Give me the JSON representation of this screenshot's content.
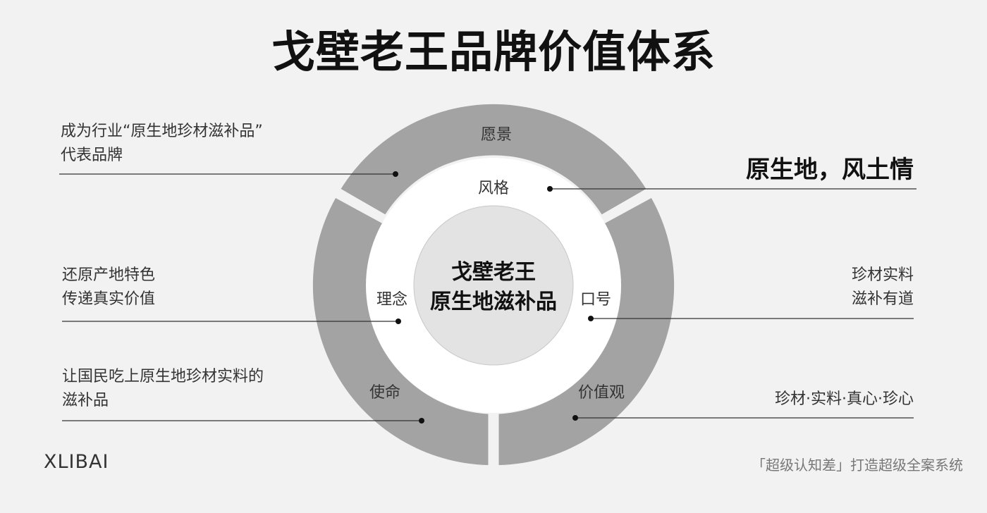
{
  "title": "戈壁老王品牌价值体系",
  "outer_ring": {
    "vision": "愿景",
    "mission": "使命",
    "values": "价值观"
  },
  "inner_ring": {
    "style": "风格",
    "concept": "理念",
    "slogan": "口号"
  },
  "center": {
    "line1": "戈壁老王",
    "line2": "原生地滋补品"
  },
  "annotations": {
    "vision": {
      "lines": [
        "成为行业“原生地珍材滋补品”",
        "代表品牌"
      ]
    },
    "style": {
      "text": "原生地，风土情"
    },
    "concept": {
      "lines": [
        "还原产地特色",
        "传递真实价值"
      ]
    },
    "slogan": {
      "lines": [
        "珍材实料",
        "滋补有道"
      ]
    },
    "mission": {
      "lines": [
        "让国民吃上原生地珍材实料的",
        "滋补品"
      ]
    },
    "values": {
      "text": "珍材·实料·真心·珍心"
    }
  },
  "footer": {
    "brand": "XLIBAI",
    "tagline": "「超级认知差」打造超级全案系统"
  },
  "colors": {
    "background": "#f2f2f2",
    "outer_ring": "#a3a3a3",
    "inner_ring": "#ffffff",
    "center_disc": "#e3e3e3",
    "text": "#222222"
  }
}
